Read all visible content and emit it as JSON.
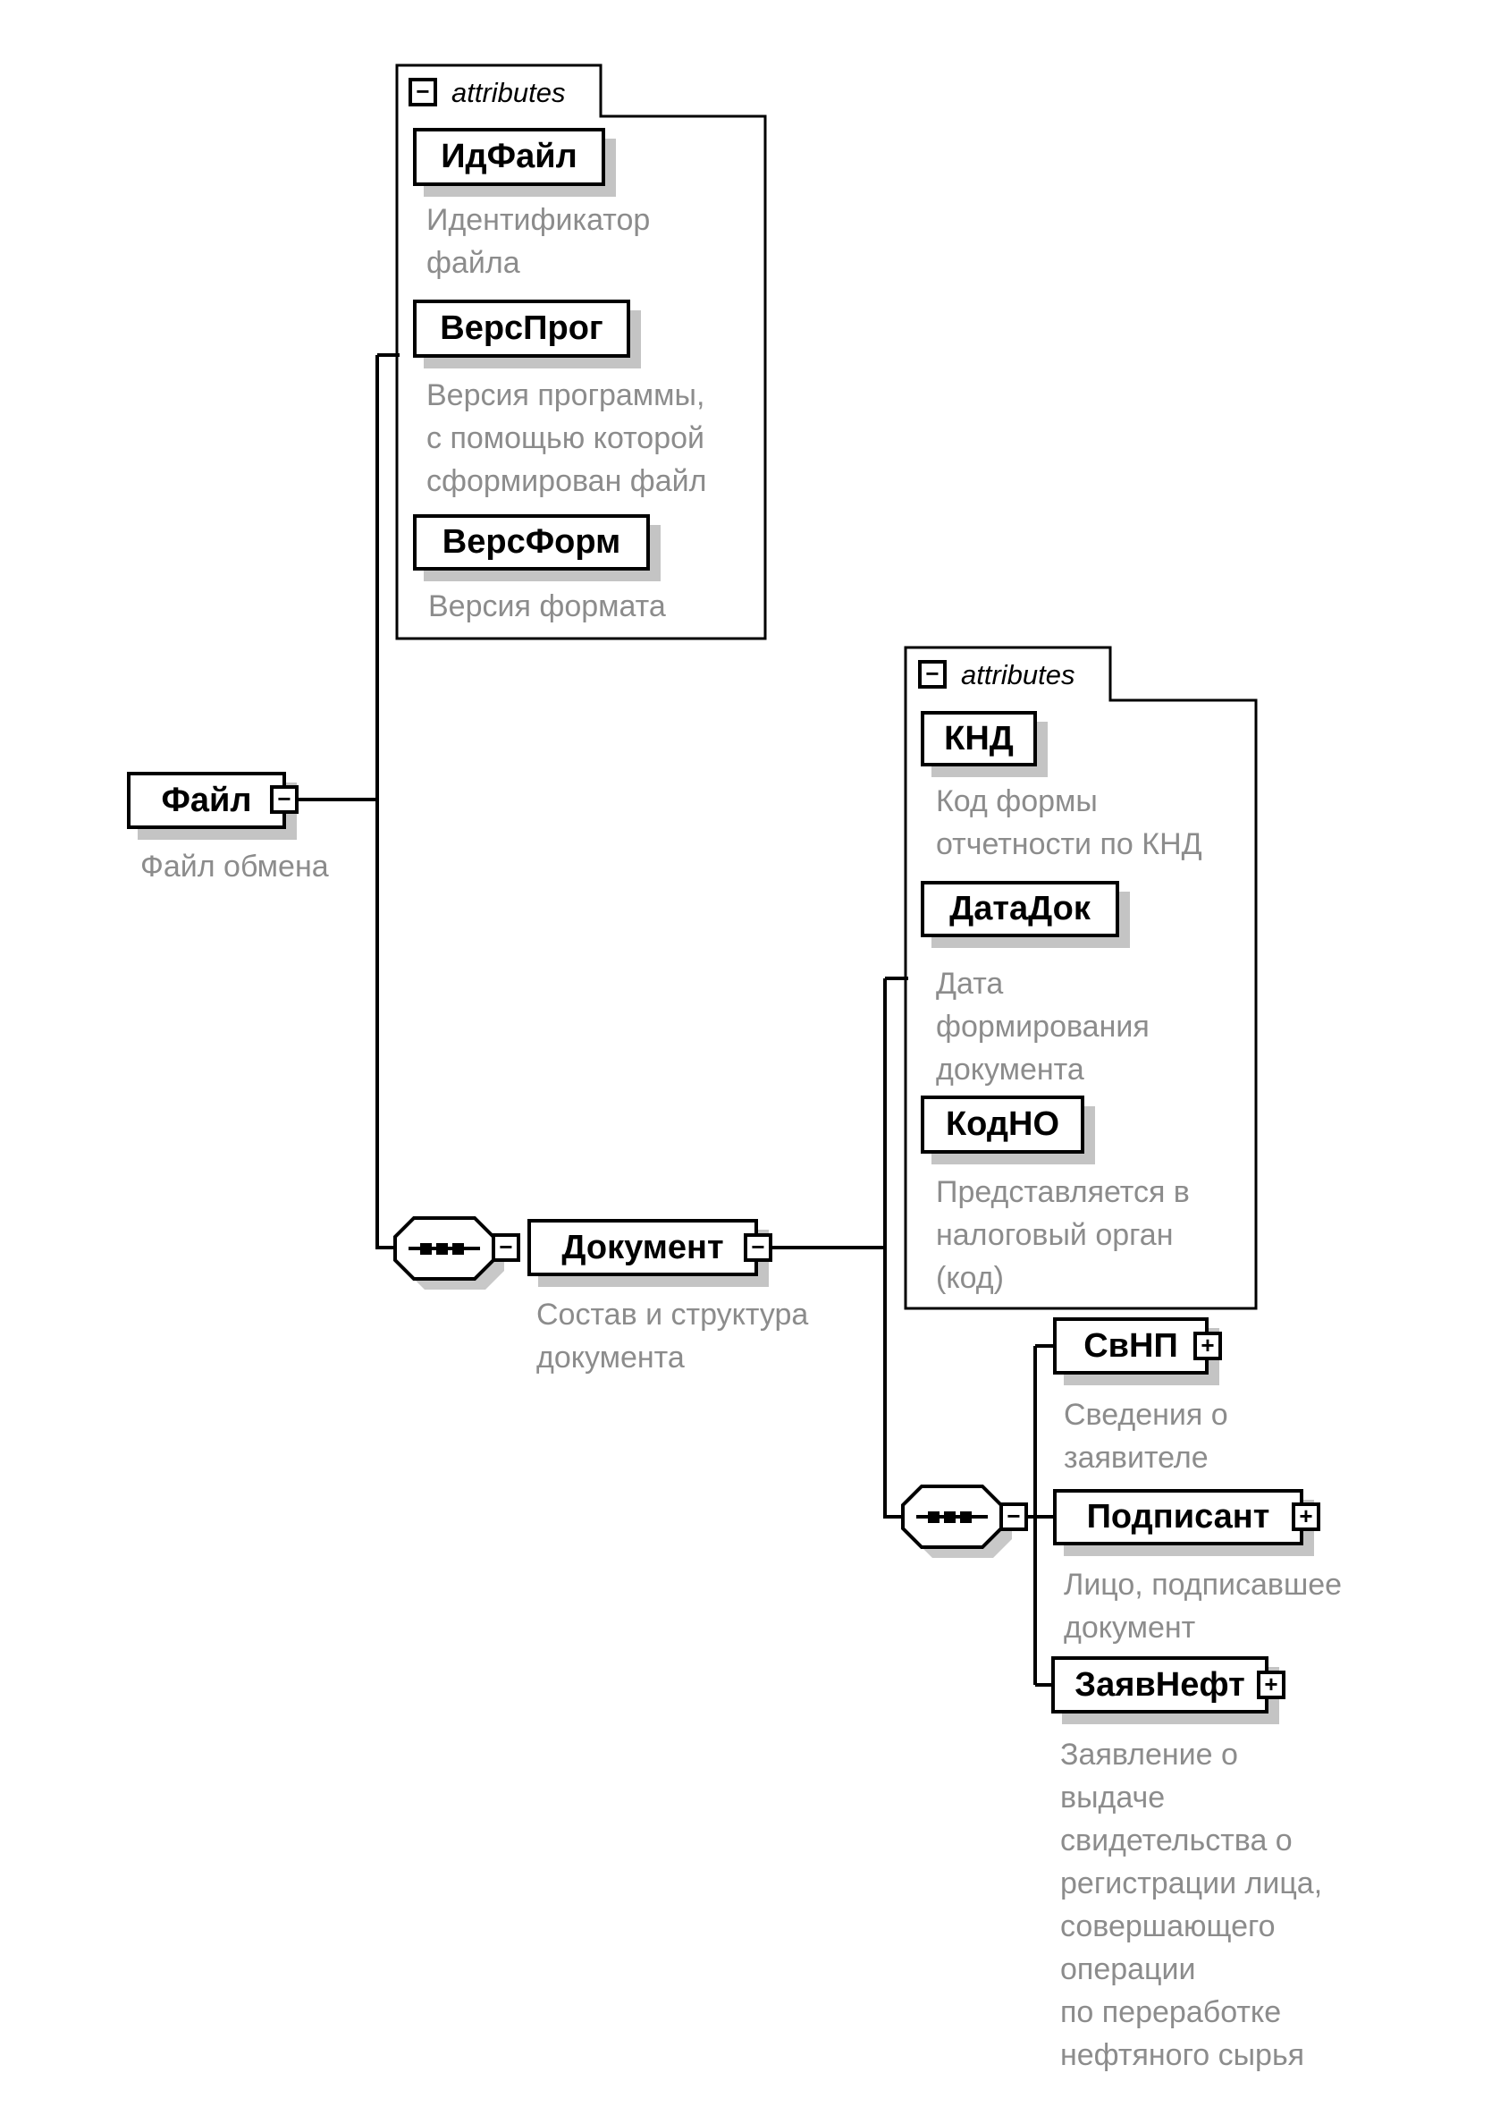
{
  "attributes_label": "attributes",
  "icons": {
    "collapse_icon": "−",
    "expand_icon": "+"
  },
  "colors": {
    "line": "#000000",
    "box_fill": "#ffffff",
    "shadow": "#c4c4c4",
    "annotation_text": "#8c8c8c"
  },
  "nodes": {
    "file": {
      "label": "Файл",
      "annotation": "Файл обмена"
    },
    "id_file": {
      "label": "ИдФайл",
      "annotation": "Идентификатор\nфайла"
    },
    "vers_prog": {
      "label": "ВерсПрог",
      "annotation": "Версия программы,\nс помощью которой\nсформирован файл"
    },
    "vers_form": {
      "label": "ВерсФорм",
      "annotation": "Версия формата"
    },
    "document": {
      "label": "Документ",
      "annotation": "Состав и структура\nдокумента"
    },
    "knd": {
      "label": "КНД",
      "annotation": "Код формы\nотчетности по КНД"
    },
    "data_dok": {
      "label": "ДатаДок",
      "annotation": "Дата\nформирования\nдокумента"
    },
    "kod_no": {
      "label": "КодНО",
      "annotation": "Представляется в\nналоговый орган\n(код)"
    },
    "sv_np": {
      "label": "СвНП",
      "annotation": "Сведения о\nзаявителе"
    },
    "podpisant": {
      "label": "Подписант",
      "annotation": "Лицо, подписавшее\nдокумент"
    },
    "zayav_neft": {
      "label": "ЗаявНефт",
      "annotation": "Заявление о\nвыдаче\nсвидетельства о\nрегистрации лица,\nсовершающего\nоперации\nпо переработке\nнефтяного сырья"
    }
  }
}
